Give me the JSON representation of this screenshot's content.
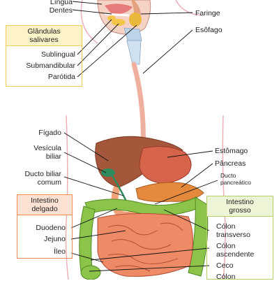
{
  "labels": {
    "lingua": "Língua",
    "dentes": "Dentes",
    "faringe": "Faringe",
    "esofago": "Esôfago",
    "sublingual": "Sublingual",
    "submandibular": "Submandibular",
    "parotida": "Parótida",
    "figado": "Fígado",
    "vesicula_1": "Vesícula",
    "vesicula_2": "biliar",
    "ducto_biliar_1": "Ducto biliar",
    "ducto_biliar_2": "comum",
    "estomago": "Estômago",
    "pancreas": "Pâncreas",
    "ducto_pancreatico_1": "Ducto",
    "ducto_pancreatico_2": "pancreático",
    "duodeno": "Duodeno",
    "jejuno": "Jejuno",
    "ileo": "Íleo",
    "colon_transverso_1": "Cólon",
    "colon_transverso_2": "transverso",
    "colon_ascendente_1": "Cólon",
    "colon_ascendente_2": "ascendente",
    "ceco": "Ceco",
    "colon_cut": "Cólon"
  },
  "groups": {
    "glandulas_1": "Glândulas",
    "glandulas_2": "salivares",
    "intestino_delgado_1": "Intestino",
    "intestino_delgado_2": "delgado",
    "intestino_grosso_1": "Intestino",
    "intestino_grosso_2": "grosso"
  },
  "colors": {
    "glandulas_box": "#f0cc55",
    "delgado_box": "#ef8a57",
    "grosso_box": "#b2cf67",
    "liver": "#a4573a",
    "stomach": "#d5644b",
    "pancreas": "#e58a3c",
    "small_intestine": "#ef8a67",
    "large_intestine": "#8cc44a",
    "esophagus": "#efb0a0",
    "body_outline": "#ecb0b6"
  }
}
